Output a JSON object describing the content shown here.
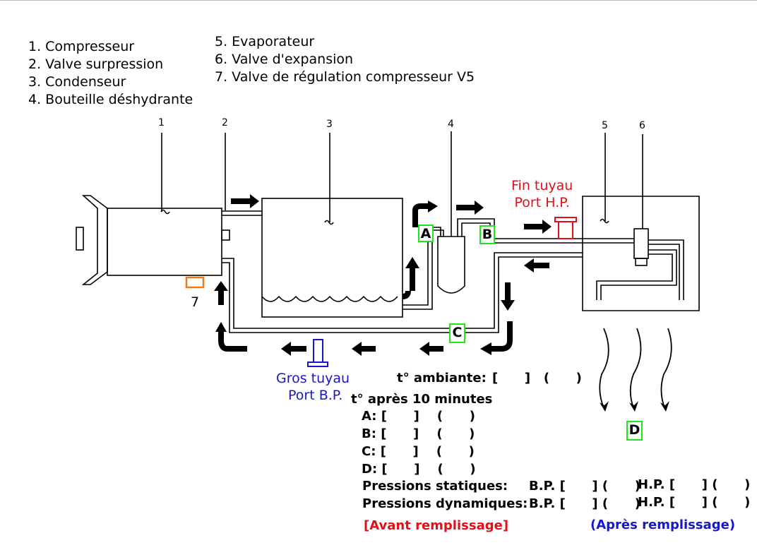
{
  "legend_left": [
    "1. Compresseur",
    "2. Valve surpression",
    "3. Condenseur",
    "4. Bouteille déshydrante"
  ],
  "legend_right": [
    "5. Evaporateur",
    "6. Valve d'expansion",
    "7. Valve de régulation compresseur V5"
  ],
  "component_numbers": [
    "1",
    "2",
    "3",
    "4",
    "5",
    "6"
  ],
  "valve7_label": "7",
  "hp_port": {
    "line1": "Fin tuyau",
    "line2": "Port H.P.",
    "color": "#e0101a"
  },
  "bp_port": {
    "line1": "Gros tuyau",
    "line2": "Port B.P.",
    "color": "#1818c8"
  },
  "points": {
    "a": "A",
    "b": "B",
    "c": "C",
    "d": "D"
  },
  "ambient": {
    "label": "t° ambiante:",
    "value": "[      ]   (      )"
  },
  "after10": {
    "title": "t° après 10 minutes",
    "rows": [
      {
        "label": "A:",
        "value": "[      ]    (      )"
      },
      {
        "label": "B:",
        "value": "[      ]    (      )"
      },
      {
        "label": "C:",
        "value": "[      ]    (      )"
      },
      {
        "label": "D:",
        "value": "[      ]    (      )"
      }
    ]
  },
  "pressures": [
    {
      "label": "Pressions statiques:",
      "bp_label": "B.P.",
      "bp_value": "[      ] (      )",
      "hp_label": "H.P.",
      "hp_value": "[      ] (      )"
    },
    {
      "label": "Pressions dynamiques:",
      "bp_label": "B.P.",
      "bp_value": "[      ] (      )",
      "hp_label": "H.P.",
      "hp_value": "[      ] (      )"
    }
  ],
  "before_fill": {
    "text": "[Avant remplissage]",
    "color": "#e0101a"
  },
  "after_fill": {
    "text": "(Après remplissage)",
    "color": "#1818c8"
  }
}
